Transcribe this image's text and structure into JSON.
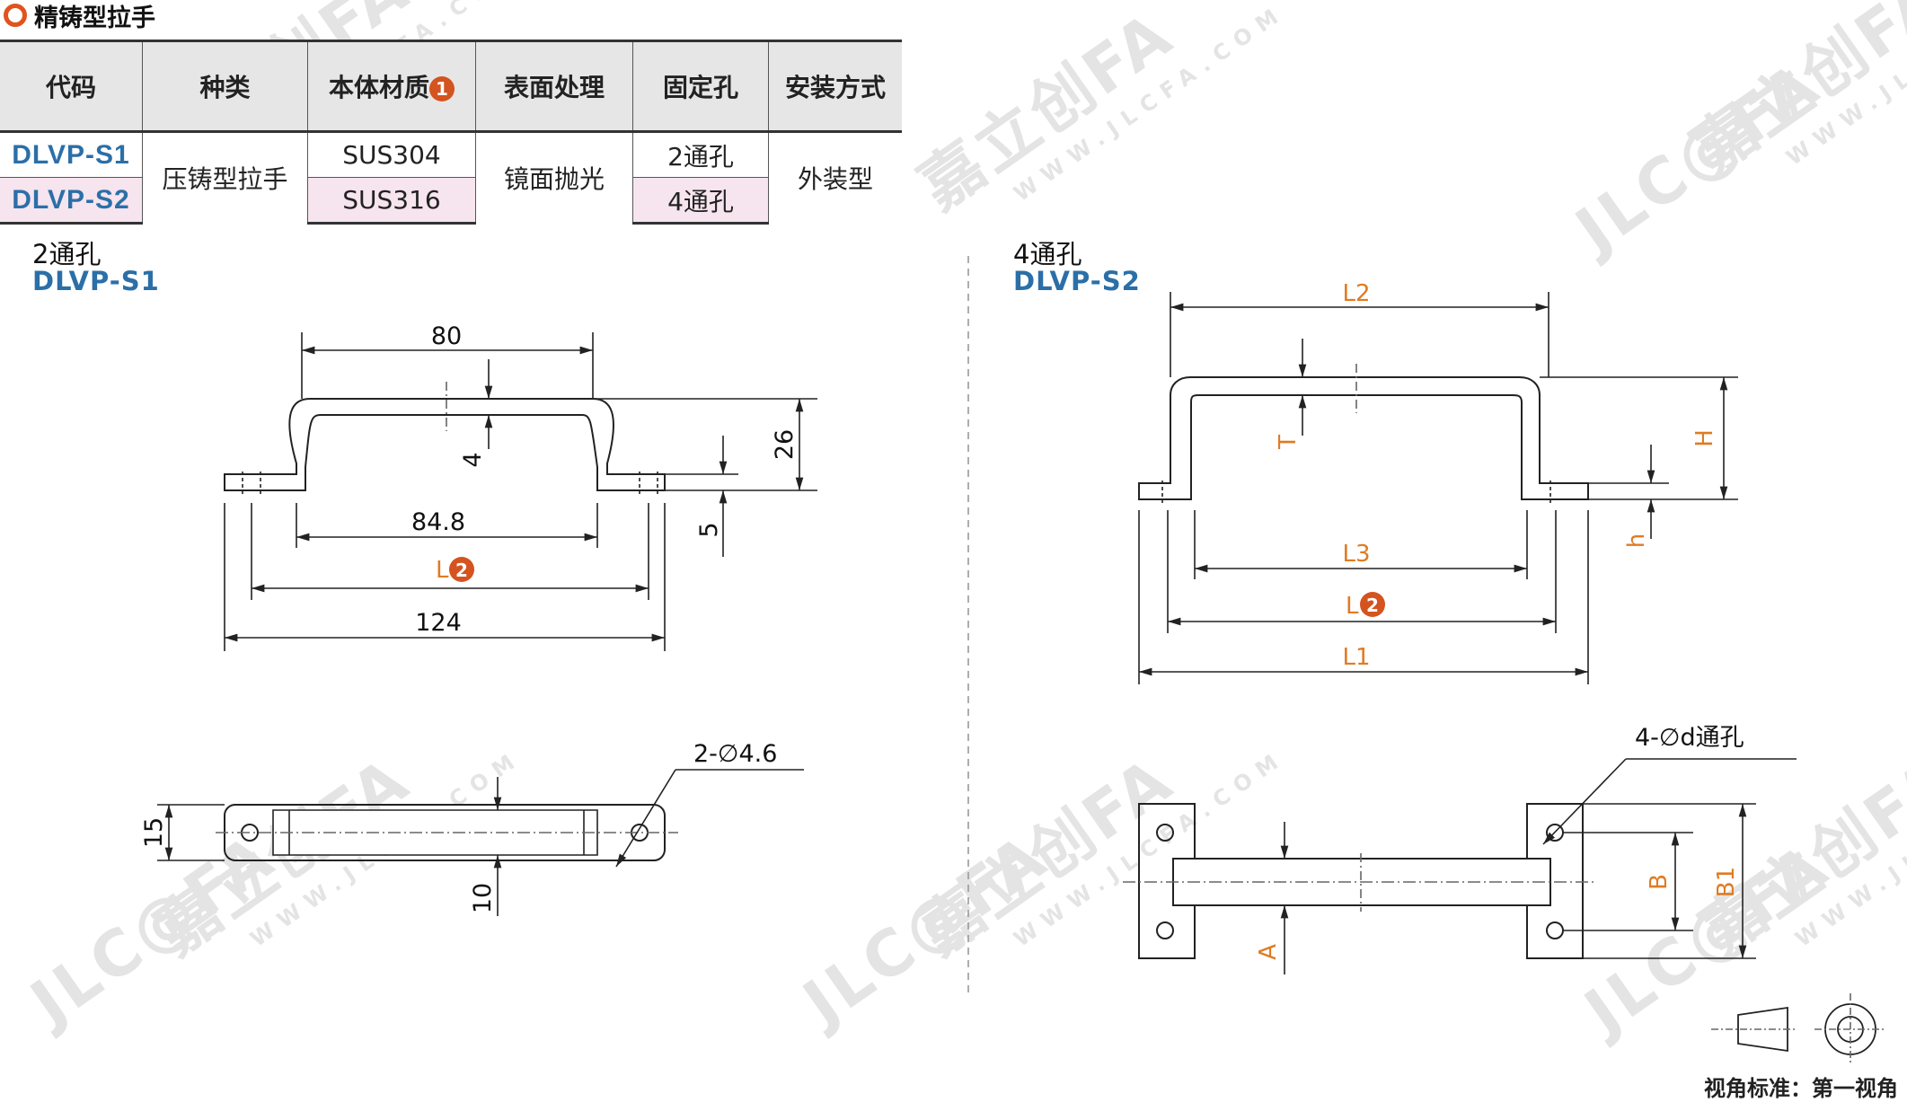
{
  "section_title": "精铸型拉手",
  "table": {
    "headers": [
      "代码",
      "种类",
      "本体材质",
      "表面处理",
      "固定孔",
      "安装方式"
    ],
    "material_note_num": "1",
    "rows": [
      {
        "code": "DLVP-S1",
        "type": "压铸型拉手",
        "material": "SUS304",
        "finish": "镜面抛光",
        "hole": "2通孔",
        "mount": "外装型"
      },
      {
        "code": "DLVP-S2",
        "type": "压铸型拉手",
        "material": "SUS316",
        "finish": "镜面抛光",
        "hole": "4通孔",
        "mount": "外装型"
      }
    ]
  },
  "left": {
    "hole_label": "2通孔",
    "code": "DLVP-S1",
    "dims": {
      "top_len": "80",
      "thick": "4",
      "height": "26",
      "base_thick": "5",
      "inner_len": "84.8",
      "L": "L",
      "L_num": "2",
      "total": "124",
      "width": "15",
      "bar_width": "10",
      "holes": "2-∅4.6"
    }
  },
  "right": {
    "hole_label": "4通孔",
    "code": "DLVP-S2",
    "dims": {
      "L2": "L2",
      "T": "T",
      "H": "H",
      "h": "h",
      "L3": "L3",
      "L": "L",
      "L_num": "2",
      "L1": "L1",
      "holes": "4-∅d通孔",
      "A": "A",
      "B": "B",
      "B1": "B1"
    }
  },
  "view_standard": "视角标准：第一视角",
  "watermark": {
    "brand": "嘉立创FA",
    "logo": "JLC@FA",
    "url": "WWW.JLCFA.COM"
  },
  "colors": {
    "accent": "#e0531f",
    "code_blue": "#2b6fa8",
    "dim_orange": "#e07b22",
    "highlight_pink": "#f6e4ee"
  }
}
